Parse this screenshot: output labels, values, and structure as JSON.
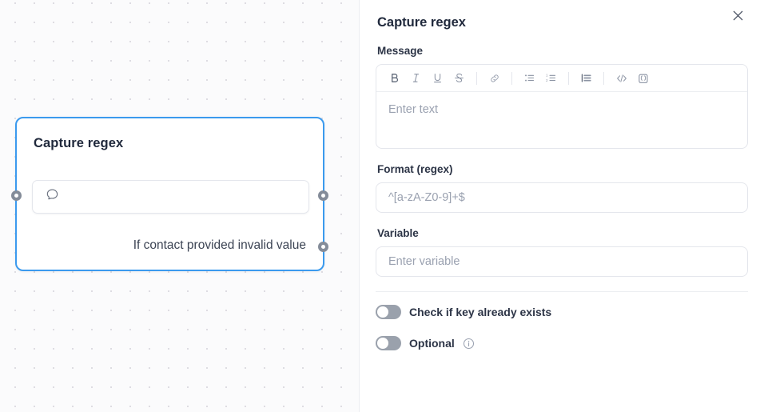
{
  "canvas": {
    "node": {
      "title": "Capture regex",
      "input_icon": "chat-bubble-icon",
      "branch_label": "If contact provided invalid value",
      "accent_color": "#3b9aee",
      "handle_color": "#848c99"
    },
    "grid_dot_color": "#d9d7dd",
    "background_color": "#fbfbfc"
  },
  "panel": {
    "title": "Capture regex",
    "close_icon": "close-icon",
    "message": {
      "label": "Message",
      "placeholder": "Enter text",
      "value": "",
      "toolbar": [
        {
          "name": "bold-icon",
          "glyph": "B"
        },
        {
          "name": "italic-icon",
          "glyph": "I"
        },
        {
          "name": "underline-icon",
          "glyph": "U"
        },
        {
          "name": "strikethrough-icon",
          "glyph": "S"
        },
        {
          "name": "link-icon",
          "glyph": "link"
        },
        {
          "name": "bullet-list-icon",
          "glyph": "bullets"
        },
        {
          "name": "numbered-list-icon",
          "glyph": "numbers"
        },
        {
          "name": "blockquote-icon",
          "glyph": "quote"
        },
        {
          "name": "code-icon",
          "glyph": "</>"
        },
        {
          "name": "variable-icon",
          "glyph": "{ }"
        }
      ]
    },
    "format": {
      "label": "Format (regex)",
      "placeholder": "^[a-zA-Z0-9]+$",
      "value": ""
    },
    "variable": {
      "label": "Variable",
      "placeholder": "Enter variable",
      "value": ""
    },
    "toggles": [
      {
        "label": "Check if key already exists",
        "checked": false,
        "has_info": false
      },
      {
        "label": "Optional",
        "checked": false,
        "has_info": true,
        "info_icon": "info-icon"
      }
    ]
  }
}
